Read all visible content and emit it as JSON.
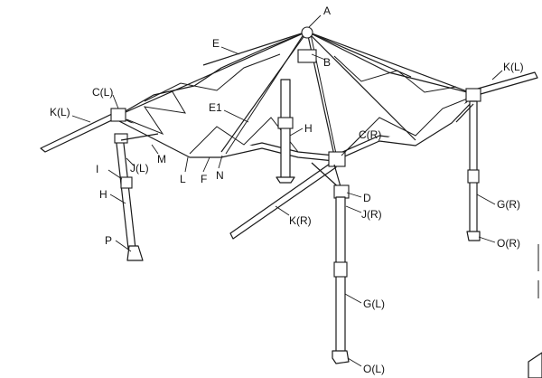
{
  "labels": {
    "A": "A",
    "B": "B",
    "E": "E",
    "E1": "E1",
    "K_L_left": "K(L)",
    "K_L_right": "K(L)",
    "C_L": "C(L)",
    "C_R": "C(R)",
    "H_center": "H",
    "H_left": "H",
    "M": "M",
    "J_L": "J(L)",
    "I": "I",
    "L": "L",
    "F": "F",
    "N": "N",
    "D": "D",
    "J_R": "J(R)",
    "K_R": "K(R)",
    "G_R": "G(R)",
    "O_R": "O(R)",
    "G_L": "G(L)",
    "O_L": "O(L)",
    "P": "P"
  },
  "colors": {
    "line": "#1a1a1a",
    "background": "#ffffff"
  }
}
